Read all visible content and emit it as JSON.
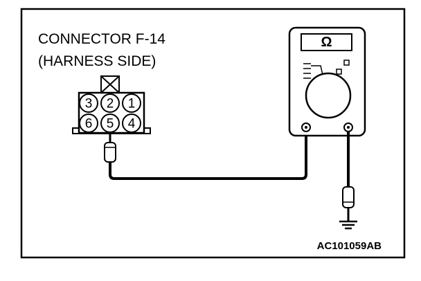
{
  "connector": {
    "label_line1": "CONNECTOR F-14",
    "label_line2": "(HARNESS SIDE)",
    "pins_top": [
      "3",
      "2",
      "1"
    ],
    "pins_bottom": [
      "6",
      "5",
      "4"
    ]
  },
  "meter": {
    "display_symbol": "Ω",
    "display_icon": "ohm-symbol"
  },
  "figure_code": "AC101059AB",
  "colors": {
    "line": "#000000",
    "background": "#ffffff"
  }
}
